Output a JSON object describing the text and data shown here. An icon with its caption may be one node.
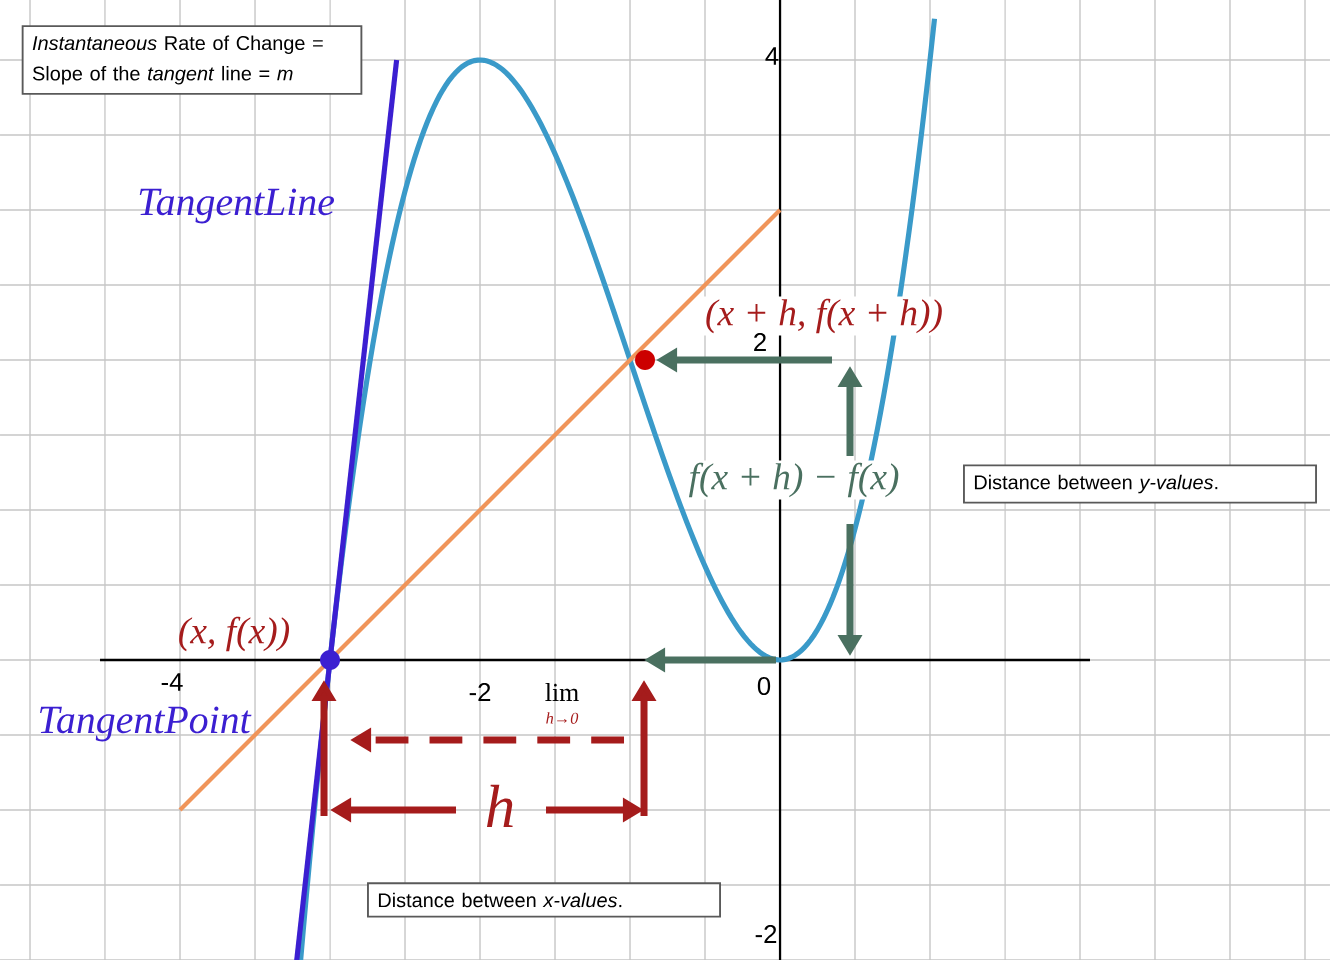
{
  "diagram": {
    "nodes": [
      {
        "text": [
          "*Instantaneous* Rate of Change = Slope of the *tangent* line = *m*"
        ]
      },
      {
        "text": [
          "Distance between *y-values*."
        ]
      },
      {
        "text": [
          "Distance between *x-values*."
        ]
      }
    ],
    "labels": [
      "4",
      "TangentLine",
      "(x + h,  f(x + h))",
      "2",
      "f(x + h) − f(x)",
      "(x,  f(x))",
      "-4",
      "-2",
      "lim",
      "h→0",
      "0",
      "TangentPoint",
      "h",
      "-2"
    ]
  }
}
